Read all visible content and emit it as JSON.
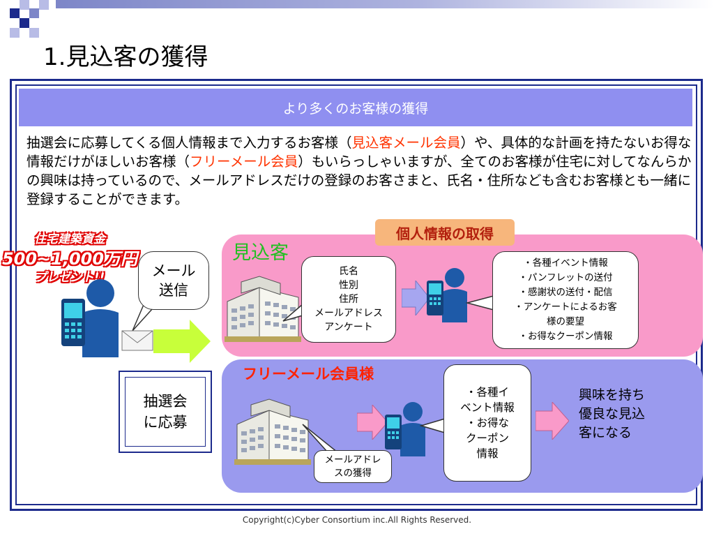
{
  "slide": {
    "title": "1.見込客の獲得",
    "header": "より多くのお客様の獲得",
    "paragraph": {
      "p1": "抽選会に応募してくる個人情報まで入力するお客様（",
      "h1": "見込客メール会員",
      "p2": "）や、具体的な計画を持たないお得な情報だけがほしいお客様（",
      "h2": "フリーメール会員",
      "p3": "）もいらっしゃいますが、全てのお客様が住宅に対してなんらかの興味は持っているので、メールアドレスだけの登録のお客さまと、氏名・住所なども含むお客様とも一緒に登録することができます。"
    },
    "promo": {
      "line1": "住宅建築資金",
      "line2": "500~1,000万円",
      "line3": "プレゼント!!"
    },
    "mail_bubble": [
      "メール",
      "送信"
    ],
    "lottery_box": [
      "抽選会",
      "に応募"
    ],
    "pill_label": "個人情報の取得",
    "prospect_label": "見込客",
    "free_label": "フリーメール会員様",
    "prospect_info": [
      "氏名",
      "性別",
      "住所",
      "メールアドレス",
      "アンケート"
    ],
    "prospect_services": [
      "・各種イベント情報",
      "・パンフレットの送付",
      "・感謝状の送付・配信",
      "・アンケートによるお客",
      "様の要望",
      "・お得なクーポン情報"
    ],
    "free_services": [
      "・各種イ",
      "ベント情報",
      "・お得な",
      "クーポン",
      "情報"
    ],
    "free_mail": [
      "メールアドレ",
      "スの獲得"
    ],
    "result": [
      "興味を持ち",
      "優良な見込",
      "客になる"
    ],
    "copyright": "Copyright(c)Cyber Consortium inc.All Rights Reserved."
  },
  "colors": {
    "frame": "#1c2a8c",
    "header_bar": "#8f8ff0",
    "pink_panel": "#f99ac9",
    "blue_panel": "#9a9aee",
    "highlight": "#ff3300",
    "pill": "#f7b67c",
    "green_arrow": "#c8ff3a",
    "person": "#1e5aa8"
  },
  "icons": [
    "building-icon",
    "person-phone-icon",
    "envelope-icon",
    "arrow-right-icon"
  ]
}
